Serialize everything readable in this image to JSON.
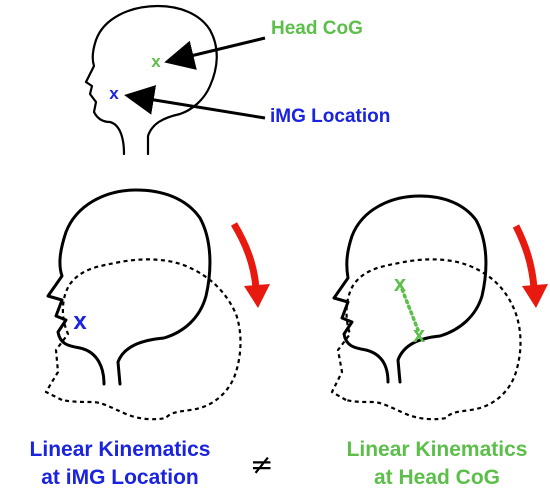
{
  "colors": {
    "blue": "#1a23e0",
    "green": "#5cbf4a",
    "red": "#e8190f",
    "outline": "#000000"
  },
  "labels": {
    "head_cog": "Head CoG",
    "img_location": "iMG Location",
    "marker": "x"
  },
  "captions": {
    "left_line1": "Linear Kinematics",
    "left_line2": "at iMG Location",
    "right_line1": "Linear Kinematics",
    "right_line2": "at Head CoG",
    "not_equal": "≠"
  }
}
